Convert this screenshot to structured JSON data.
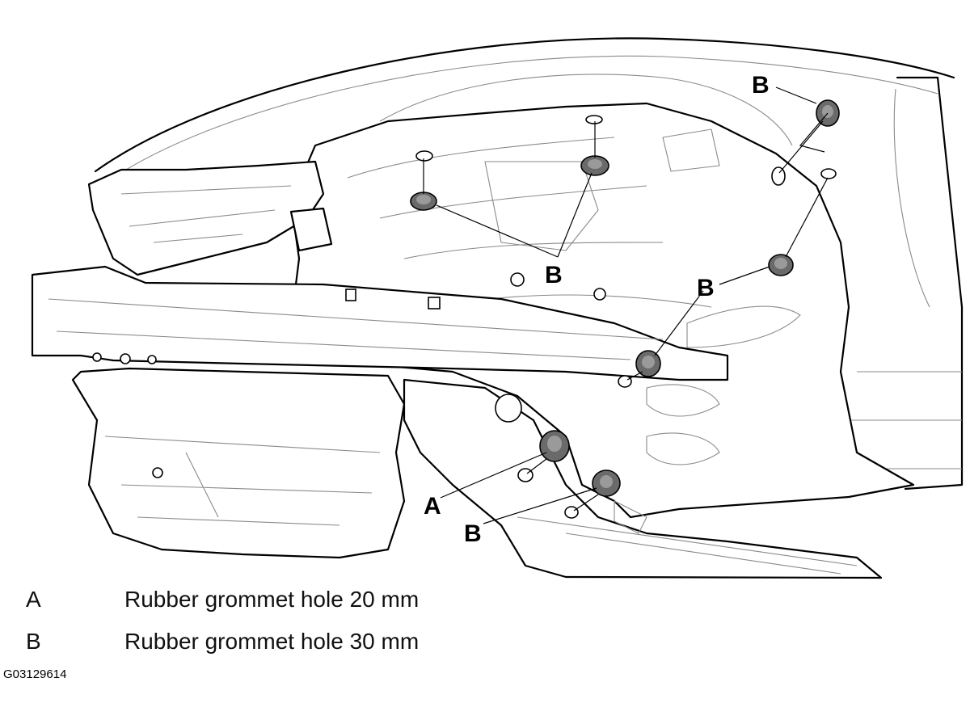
{
  "callouts": {
    "a": "A",
    "b": "B"
  },
  "legend": [
    {
      "key": "A",
      "text": "Rubber grommet hole 20 mm"
    },
    {
      "key": "B",
      "text": "Rubber grommet hole 30 mm"
    }
  ],
  "figure_id": "G03129614"
}
